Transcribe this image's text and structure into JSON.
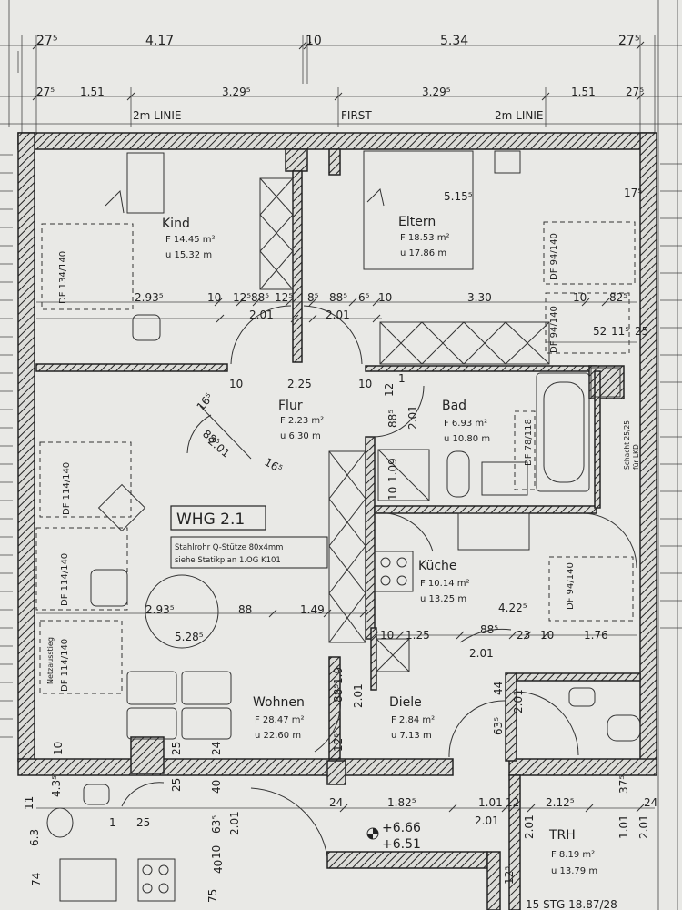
{
  "top_dims_row1": [
    "27⁵",
    "4.17",
    "10",
    "5.34",
    "27⁵"
  ],
  "top_dims_row2": [
    "27⁵",
    "1.51",
    "3.29⁵",
    "3.29⁵",
    "1.51",
    "27⁵"
  ],
  "axis_labels": [
    "2m LINIE",
    "FIRST",
    "2m LINIE"
  ],
  "unit_title": "WHG 2.1",
  "column_note": [
    "Stahlrohr Q-Stütze 80x4mm",
    "siehe Statikplan 1.OG K101"
  ],
  "rooms": [
    {
      "name": "Kind",
      "area": "F 14.45 m²",
      "perimeter": "u 15.32 m"
    },
    {
      "name": "Eltern",
      "area": "F 18.53 m²",
      "perimeter": "u 17.86 m"
    },
    {
      "name": "Flur",
      "area": "F 2.23 m²",
      "perimeter": "u 6.30 m"
    },
    {
      "name": "Bad",
      "area": "F 6.93 m²",
      "perimeter": "u 10.80 m"
    },
    {
      "name": "Küche",
      "area": "F 10.14 m²",
      "perimeter": "u 13.25 m"
    },
    {
      "name": "Wohnen",
      "area": "F 28.47 m²",
      "perimeter": "u 22.60 m"
    },
    {
      "name": "Diele",
      "area": "F 2.84 m²",
      "perimeter": "u 7.13 m"
    },
    {
      "name": "TRH",
      "area": "F 8.19 m²",
      "perimeter": "u 13.79 m"
    }
  ],
  "windows": {
    "kind": "DF 134/140",
    "eltern_top": "DF 94/140",
    "eltern_bottom": "DF 94/140",
    "bad": "DF 78/118",
    "kueche": "DF 94/140",
    "wohnen_1": "DF 114/140",
    "wohnen_2": "DF 114/140",
    "wohnen_3": "DF 114/140",
    "netzausstieg": "Netzausstieg"
  },
  "shaft_label": [
    "Schacht 25/25",
    "für LKD"
  ],
  "interior_dims": {
    "kind_eltern_row": [
      "2.93⁵",
      "10",
      "12⁵",
      "88⁵",
      "12⁵",
      "8⁵",
      "88⁵",
      "6⁵",
      "10",
      "3.30",
      "10",
      "82⁵"
    ],
    "door_row": [
      "2.01",
      "2.01"
    ],
    "eltern_top": [
      "5.15⁵",
      "17⁵"
    ],
    "eltern_right": [
      "52",
      "11⁵",
      "25"
    ],
    "flur_width": "2.25",
    "flur_left": "10",
    "flur_right": "10",
    "flur_small": [
      "1",
      "12"
    ],
    "flur_diag": [
      "16⁵",
      "88⁵",
      "2.01",
      "16⁵"
    ],
    "bad_door": [
      "88⁵",
      "2.01"
    ],
    "bad_shower": [
      "1.09",
      "10"
    ],
    "kitchen_right": [
      "4.22⁵"
    ],
    "living_row": [
      "2.93⁵",
      "88",
      "1.49"
    ],
    "living_circle": "5.28⁵",
    "kitchen_bottom": [
      "10",
      "1.25",
      "88⁵",
      "23",
      "10",
      "1.76"
    ],
    "kitchen_door": "2.01",
    "diele_left": [
      "1.9",
      "12⁵",
      "88⁵",
      "2.01"
    ],
    "diele_right": [
      "44",
      "63⁵",
      "2.01"
    ],
    "bottom_row": [
      "24",
      "1.82⁵",
      "1.01",
      "12",
      "2.12⁵",
      "24",
      "37⁵"
    ],
    "stair_dims": [
      "2.01",
      "2.01",
      "12⁵"
    ],
    "trh_dims": [
      "1.01",
      "2.01"
    ],
    "left_bottom": [
      "10",
      "25",
      "25",
      "24",
      "40",
      "63⁵",
      "2.01",
      "40",
      "75",
      "10"
    ],
    "left_misc": [
      "4.3⁵",
      "6.3",
      "74",
      "1",
      "25",
      "11"
    ],
    "level_marks": [
      "+6.66",
      "+6.51"
    ],
    "stair_label": "15 STG 18.87/28"
  }
}
